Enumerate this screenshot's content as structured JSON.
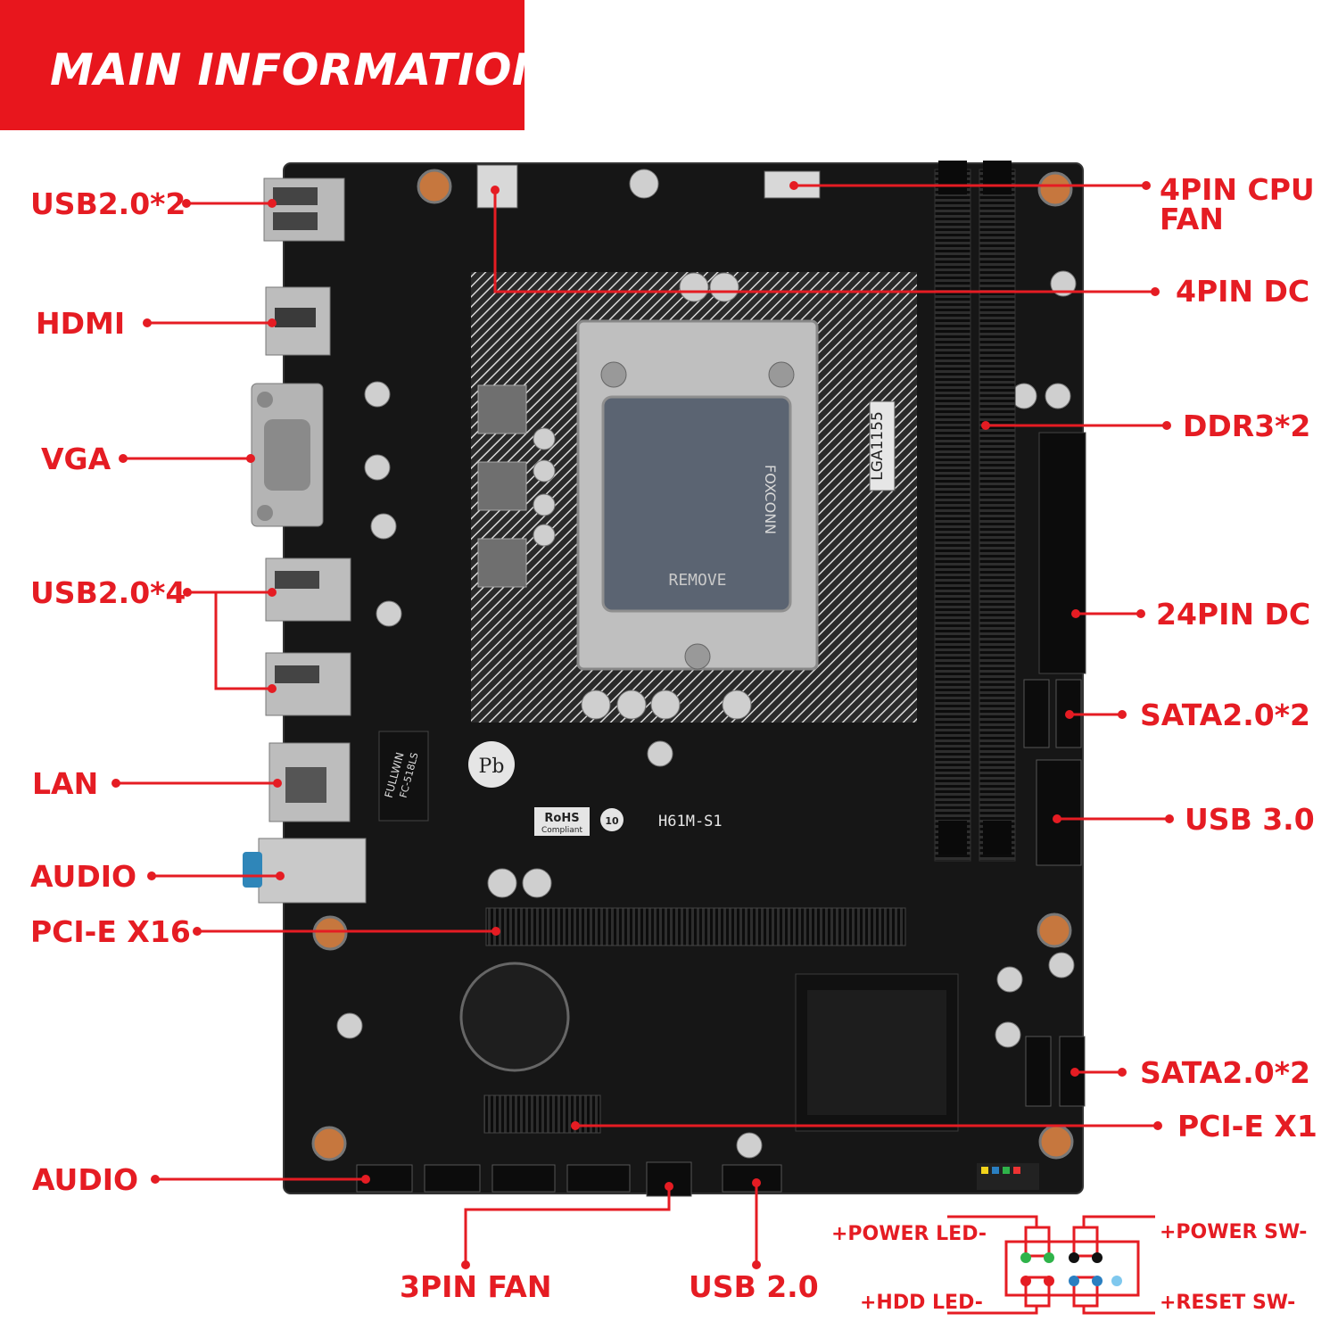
{
  "banner": {
    "title": "MAIN INFORMATION"
  },
  "board": {
    "model": "H61M-S1",
    "socket": "LGA1155",
    "socket_cover_text": "REMOVE",
    "lan_chip": "FULLWIN",
    "lan_chip_model": "FC-518LS",
    "socket_brand": "FOXCONN",
    "rohs_line1": "RoHS",
    "rohs_line2": "Compliant",
    "pb_text": "Pb",
    "age_text": "10"
  },
  "left_labels": {
    "usb20_2": "USB2.0*2",
    "hdmi": "HDMI",
    "vga": "VGA",
    "usb20_4": "USB2.0*4",
    "lan": "LAN",
    "audio_top": "AUDIO",
    "pcie_x16": "PCI-E X16",
    "audio_bottom": "AUDIO"
  },
  "right_labels": {
    "cpu_fan_line1": "4PIN CPU",
    "cpu_fan_line2": "FAN",
    "dc_4pin": "4PIN DC",
    "ddr3": "DDR3*2",
    "dc_24pin": "24PIN DC",
    "sata_top": "SATA2.0*2",
    "usb30": "USB 3.0",
    "sata_bottom": "SATA2.0*2",
    "pcie_x1": "PCI-E X1"
  },
  "bottom_labels": {
    "fan_3pin": "3PIN FAN",
    "usb20": "USB 2.0"
  },
  "panel_header": {
    "power_led": "+POWER LED-",
    "power_sw": "+POWER SW-",
    "hdd_led": "+HDD LED-",
    "reset_sw": "+RESET SW-"
  },
  "colors": {
    "accent": "#e51c23",
    "banner": "#e8161d",
    "board": "#161616",
    "pin_green": "#2fb34a",
    "pin_black": "#111111",
    "pin_blue": "#2a7fc1",
    "pin_lightblue": "#7fc8ee"
  }
}
